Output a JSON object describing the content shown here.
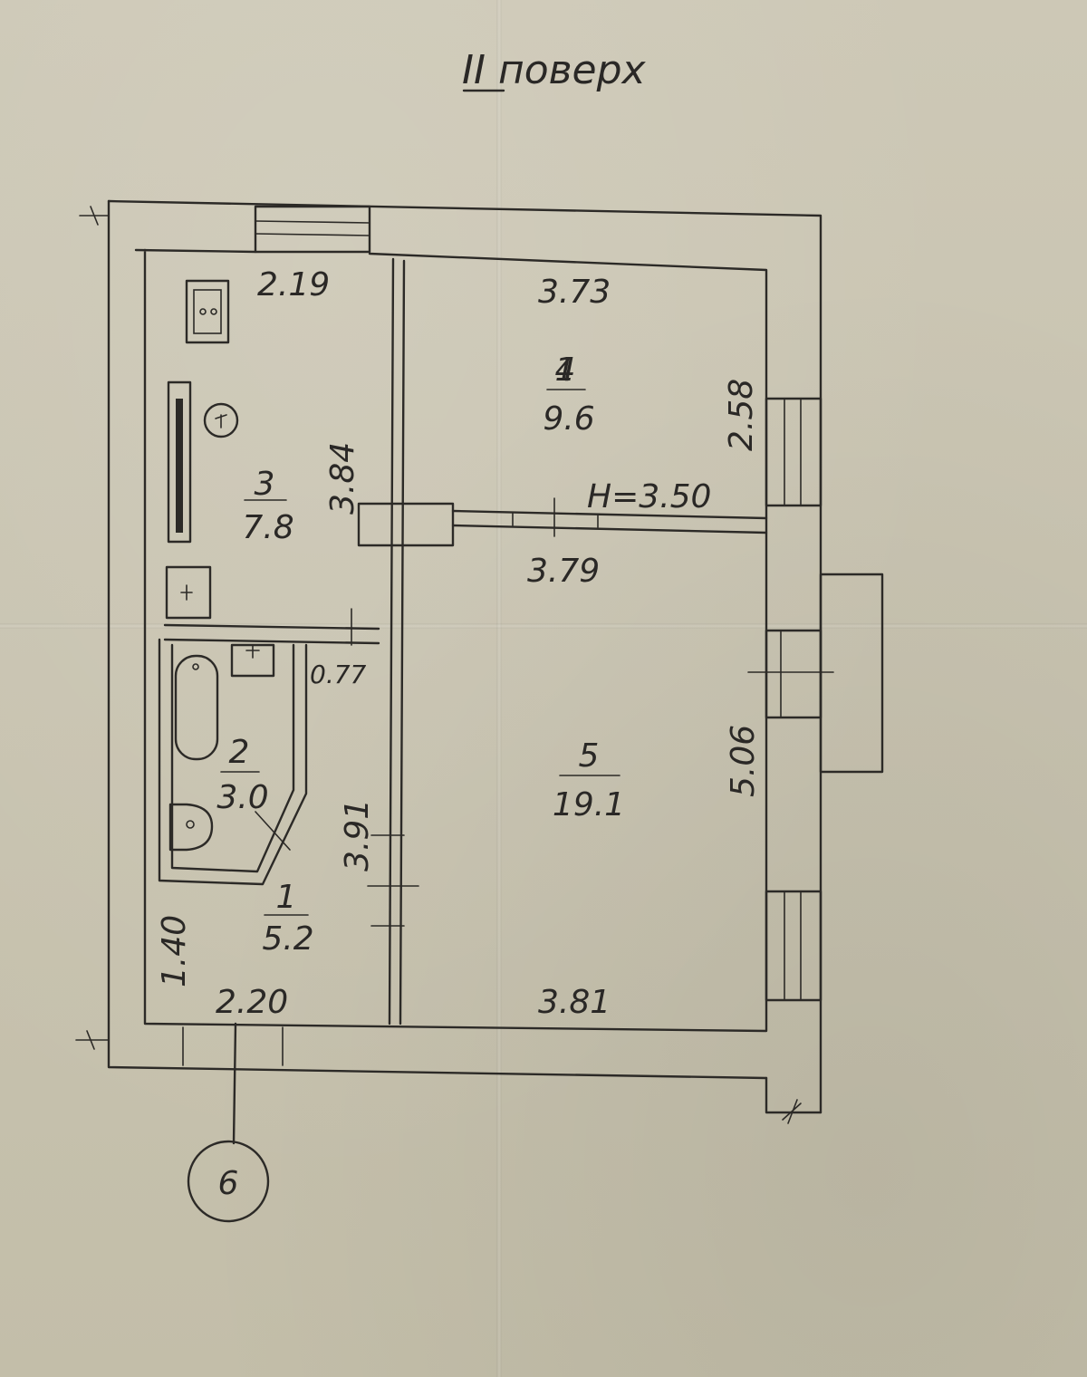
{
  "title": "II поверх",
  "rooms": [
    {
      "number": "1",
      "area": "5.2"
    },
    {
      "number": "2",
      "area": "3.0"
    },
    {
      "number": "3",
      "area": "7.8"
    },
    {
      "number": "4",
      "area": "9.6"
    },
    {
      "number": "5",
      "area": "19.1"
    }
  ],
  "dimensions": {
    "room3_width": "2.19",
    "room3_length": "3.84",
    "room4_width": "3.73",
    "room4_depth": "2.58",
    "room4_lower_width": "3.79",
    "ceiling_height": "H=3.50",
    "room5_depth": "5.06",
    "room5_width": "3.81",
    "corridor_length": "3.91",
    "bath_gap": "0.77",
    "room1_depth": "1.40",
    "room1_width": "2.20"
  },
  "axis_marker": "6",
  "colors": {
    "paper": "#c9c4b2",
    "ink": "#2c2a27"
  }
}
